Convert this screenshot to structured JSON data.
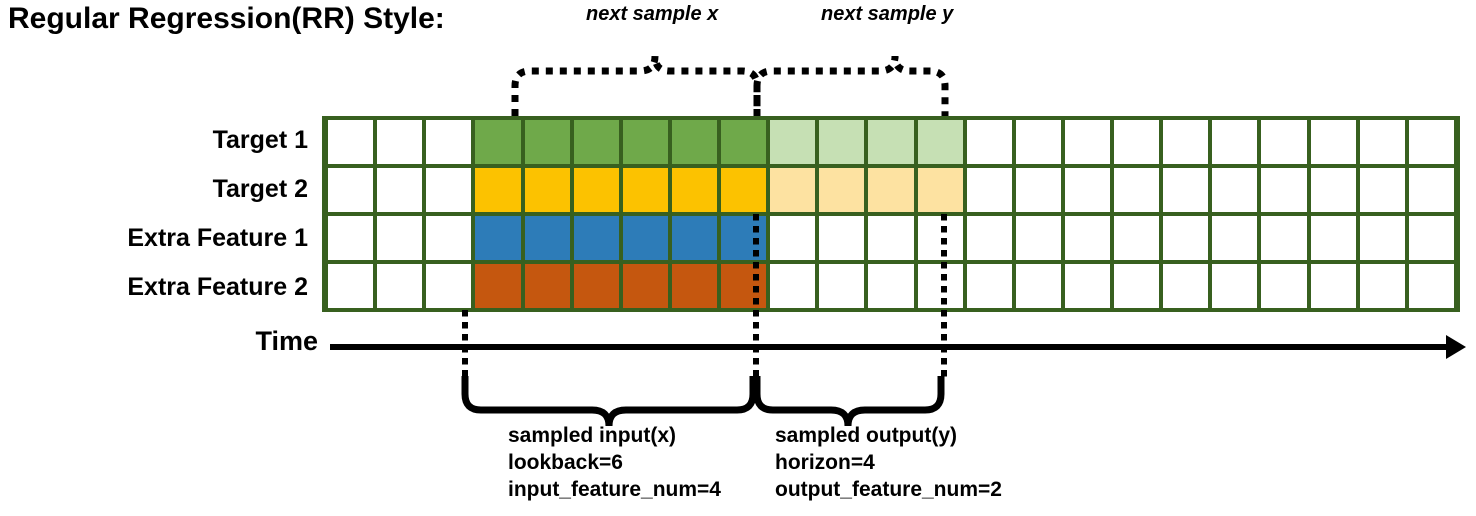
{
  "title": "Regular Regression(RR) Style:",
  "annotations": {
    "next_sample_x": "next sample x",
    "next_sample_y": "next sample y"
  },
  "rows": [
    {
      "name": "Target 1",
      "label": "Target 1"
    },
    {
      "name": "Target 2",
      "label": "Target 2"
    },
    {
      "name": "Extra Feature 1",
      "label": "Extra Feature 1"
    },
    {
      "name": "Extra Feature 2",
      "label": "Extra Feature 2"
    }
  ],
  "axis": {
    "time_label": "Time"
  },
  "grid": {
    "columns": 23,
    "lead_blank_columns": 3,
    "lookback_columns": 6,
    "horizon_columns": 4,
    "trailing_blank_columns": 10,
    "row_fill": [
      {
        "row": "Target 1",
        "lookback_color": "#6fa94a",
        "horizon_color": "#c6e0b4"
      },
      {
        "row": "Target 2",
        "lookback_color": "#fcc200",
        "horizon_color": "#fde2a1"
      },
      {
        "row": "Extra Feature 1",
        "lookback_color": "#2d7cb8",
        "horizon_color": "#ffffff"
      },
      {
        "row": "Extra Feature 2",
        "lookback_color": "#c5570f",
        "horizon_color": "#ffffff"
      }
    ]
  },
  "colors": {
    "grid_border": "#38601f",
    "empty_cell": "#ffffff",
    "target1_dark": "#6fa94a",
    "target1_light": "#c6e0b4",
    "target2_dark": "#fcc200",
    "target2_light": "#fde2a1",
    "extra1": "#2d7cb8",
    "extra2": "#c5570f",
    "line": "#000000"
  },
  "captions": {
    "input": {
      "line1": "sampled input(x)",
      "line2": "lookback=6",
      "line3": "input_feature_num=4"
    },
    "output": {
      "line1": "sampled output(y)",
      "line2": "horizon=4",
      "line3": "output_feature_num=2"
    }
  },
  "chart_data": {
    "type": "diagram",
    "title": "Regular Regression(RR) Style:",
    "series": [
      {
        "name": "Target 1",
        "lookback_cells": 6,
        "horizon_cells": 4
      },
      {
        "name": "Target 2",
        "lookback_cells": 6,
        "horizon_cells": 4
      },
      {
        "name": "Extra Feature 1",
        "lookback_cells": 6,
        "horizon_cells": 0
      },
      {
        "name": "Extra Feature 2",
        "lookback_cells": 6,
        "horizon_cells": 0
      }
    ],
    "lookback": 6,
    "horizon": 4,
    "input_feature_num": 4,
    "output_feature_num": 2
  }
}
